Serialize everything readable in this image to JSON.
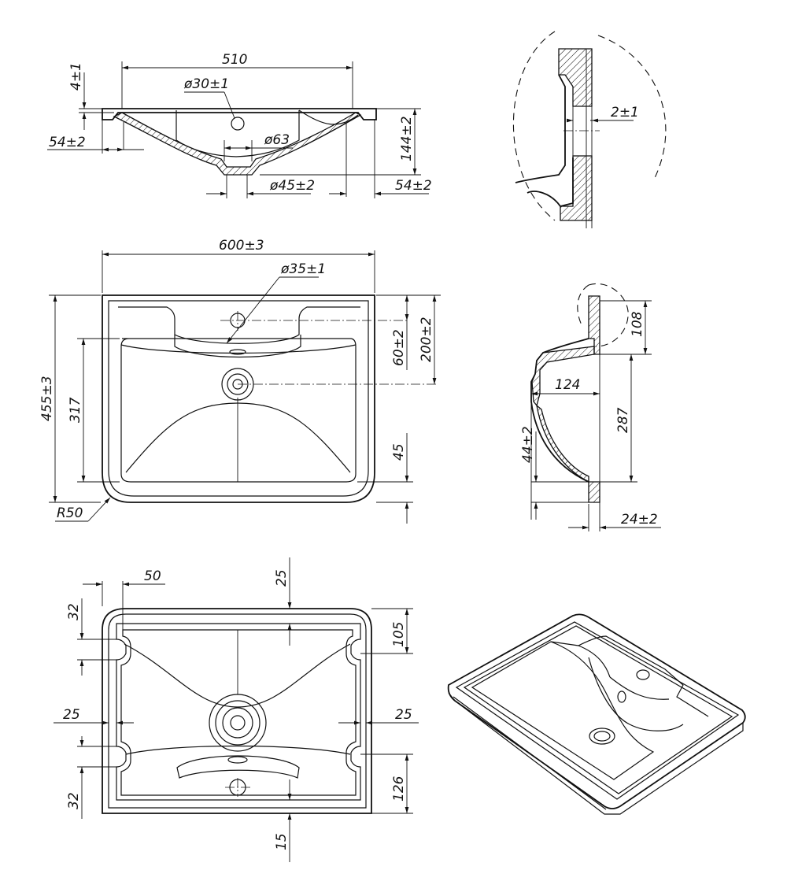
{
  "dimensions": {
    "top_section": {
      "width": "510",
      "rim": "4±1",
      "hole": "ø30±1",
      "drain": "ø63",
      "rim_edge_left": "54±2",
      "depth": "144±2",
      "drain_outlet": "ø45±2",
      "rim_edge_right": "54±2"
    },
    "detail": {
      "wall": "2±1"
    },
    "plan": {
      "width": "600±3",
      "tap_hole": "ø35±1",
      "depth": "455±3",
      "bowl_depth": "317",
      "tap_offset": "60±2",
      "drain_offset": "200±2",
      "front_gap": "45",
      "radius": "R50"
    },
    "side": {
      "top": "108",
      "drain_depth": "124",
      "height": "287",
      "bottom_rim": "44±2",
      "thickness": "24±2"
    },
    "bottom": {
      "rib_offset": "50",
      "rib_top": "25",
      "side_left": "32",
      "top_gap": "105",
      "mid_left": "25",
      "mid_right": "25",
      "side_left_bottom": "32",
      "bottom_gap": "126",
      "bottom_rib": "15"
    }
  }
}
